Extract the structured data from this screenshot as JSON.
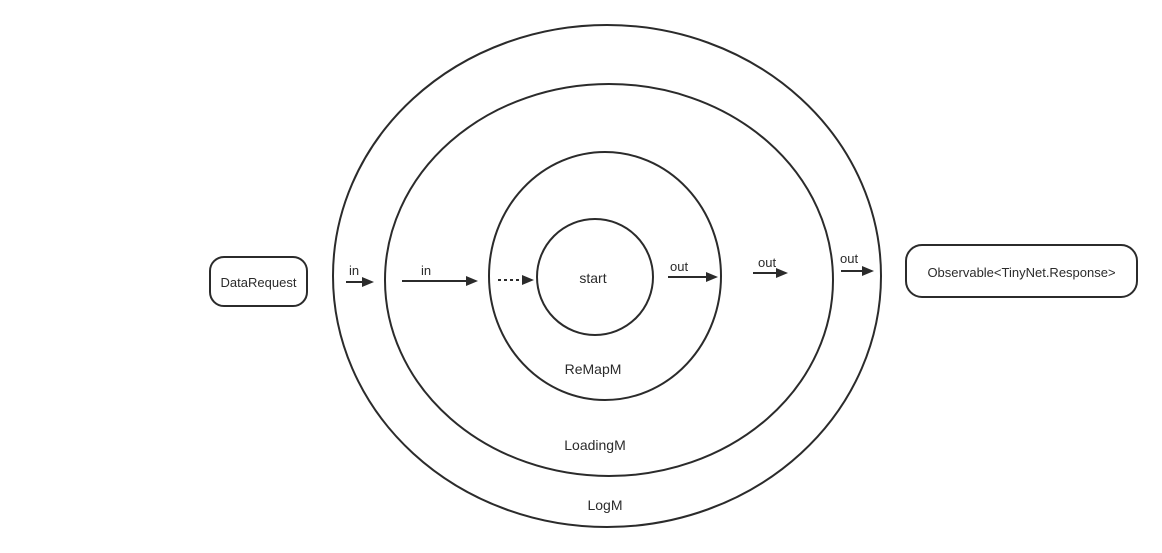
{
  "diagram": {
    "input_node": {
      "label": "DataRequest"
    },
    "output_node": {
      "label": "Observable<TinyNet.Response>"
    },
    "layers": [
      {
        "id": "log",
        "label": "LogM"
      },
      {
        "id": "loading",
        "label": "LoadingM"
      },
      {
        "id": "remap",
        "label": "ReMapM"
      },
      {
        "id": "core",
        "label": "start"
      }
    ],
    "arrows": [
      {
        "id": "in-1",
        "label": "in",
        "style": "solid"
      },
      {
        "id": "in-2",
        "label": "in",
        "style": "solid"
      },
      {
        "id": "in-3",
        "label": "",
        "style": "dotted"
      },
      {
        "id": "out-1",
        "label": "out",
        "style": "solid"
      },
      {
        "id": "out-2",
        "label": "out",
        "style": "solid"
      },
      {
        "id": "out-3",
        "label": "out",
        "style": "solid"
      }
    ]
  }
}
